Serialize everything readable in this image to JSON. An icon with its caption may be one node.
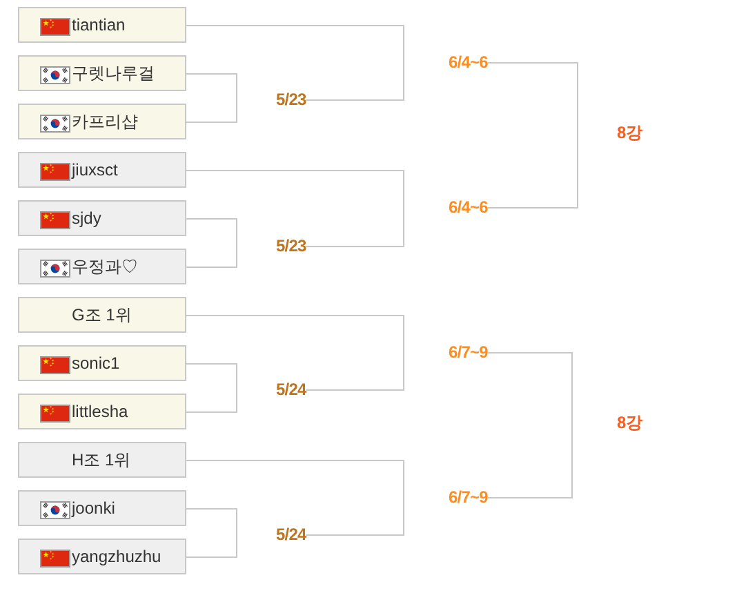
{
  "diagram": {
    "nodes": [
      {
        "text": [
          "tiantian"
        ]
      },
      {
        "text": [
          "구렛나루걸"
        ]
      },
      {
        "text": [
          "카프리샵"
        ]
      },
      {
        "text": [
          "jiuxsct"
        ]
      },
      {
        "text": [
          "sjdy"
        ]
      },
      {
        "text": [
          "우정과♡"
        ]
      },
      {
        "text": [
          "G조 1위"
        ]
      },
      {
        "text": [
          "sonic1"
        ]
      },
      {
        "text": [
          "littlesha"
        ]
      },
      {
        "text": [
          "H조 1위"
        ]
      },
      {
        "text": [
          "joonki"
        ]
      },
      {
        "text": [
          "yangzhuzhu"
        ]
      },
      {
        "text": [
          "6/4~6"
        ]
      },
      {
        "text": [
          "5/23"
        ]
      },
      {
        "text": [
          "8강"
        ]
      },
      {
        "text": [
          "6/4~6"
        ]
      },
      {
        "text": [
          "5/23"
        ]
      },
      {
        "text": [
          "6/7~9"
        ]
      },
      {
        "text": [
          "5/24"
        ]
      },
      {
        "text": [
          "8강"
        ]
      },
      {
        "text": [
          "6/7~9"
        ]
      },
      {
        "text": [
          "5/24"
        ]
      }
    ],
    "edges": [
      {
        "from": 1,
        "to": 2,
        "arrow": "none"
      },
      {
        "from": 0,
        "to": 13,
        "arrow": "none"
      },
      {
        "from": 4,
        "to": 5,
        "arrow": "none"
      },
      {
        "from": 3,
        "to": 16,
        "arrow": "none"
      },
      {
        "from": 12,
        "to": 15,
        "arrow": "none"
      },
      {
        "from": 7,
        "to": 8,
        "arrow": "none"
      },
      {
        "from": 6,
        "to": 18,
        "arrow": "none"
      },
      {
        "from": 10,
        "to": 11,
        "arrow": "none"
      },
      {
        "from": 9,
        "to": 21,
        "arrow": "none"
      },
      {
        "from": 17,
        "to": 20,
        "arrow": "none"
      }
    ]
  }
}
